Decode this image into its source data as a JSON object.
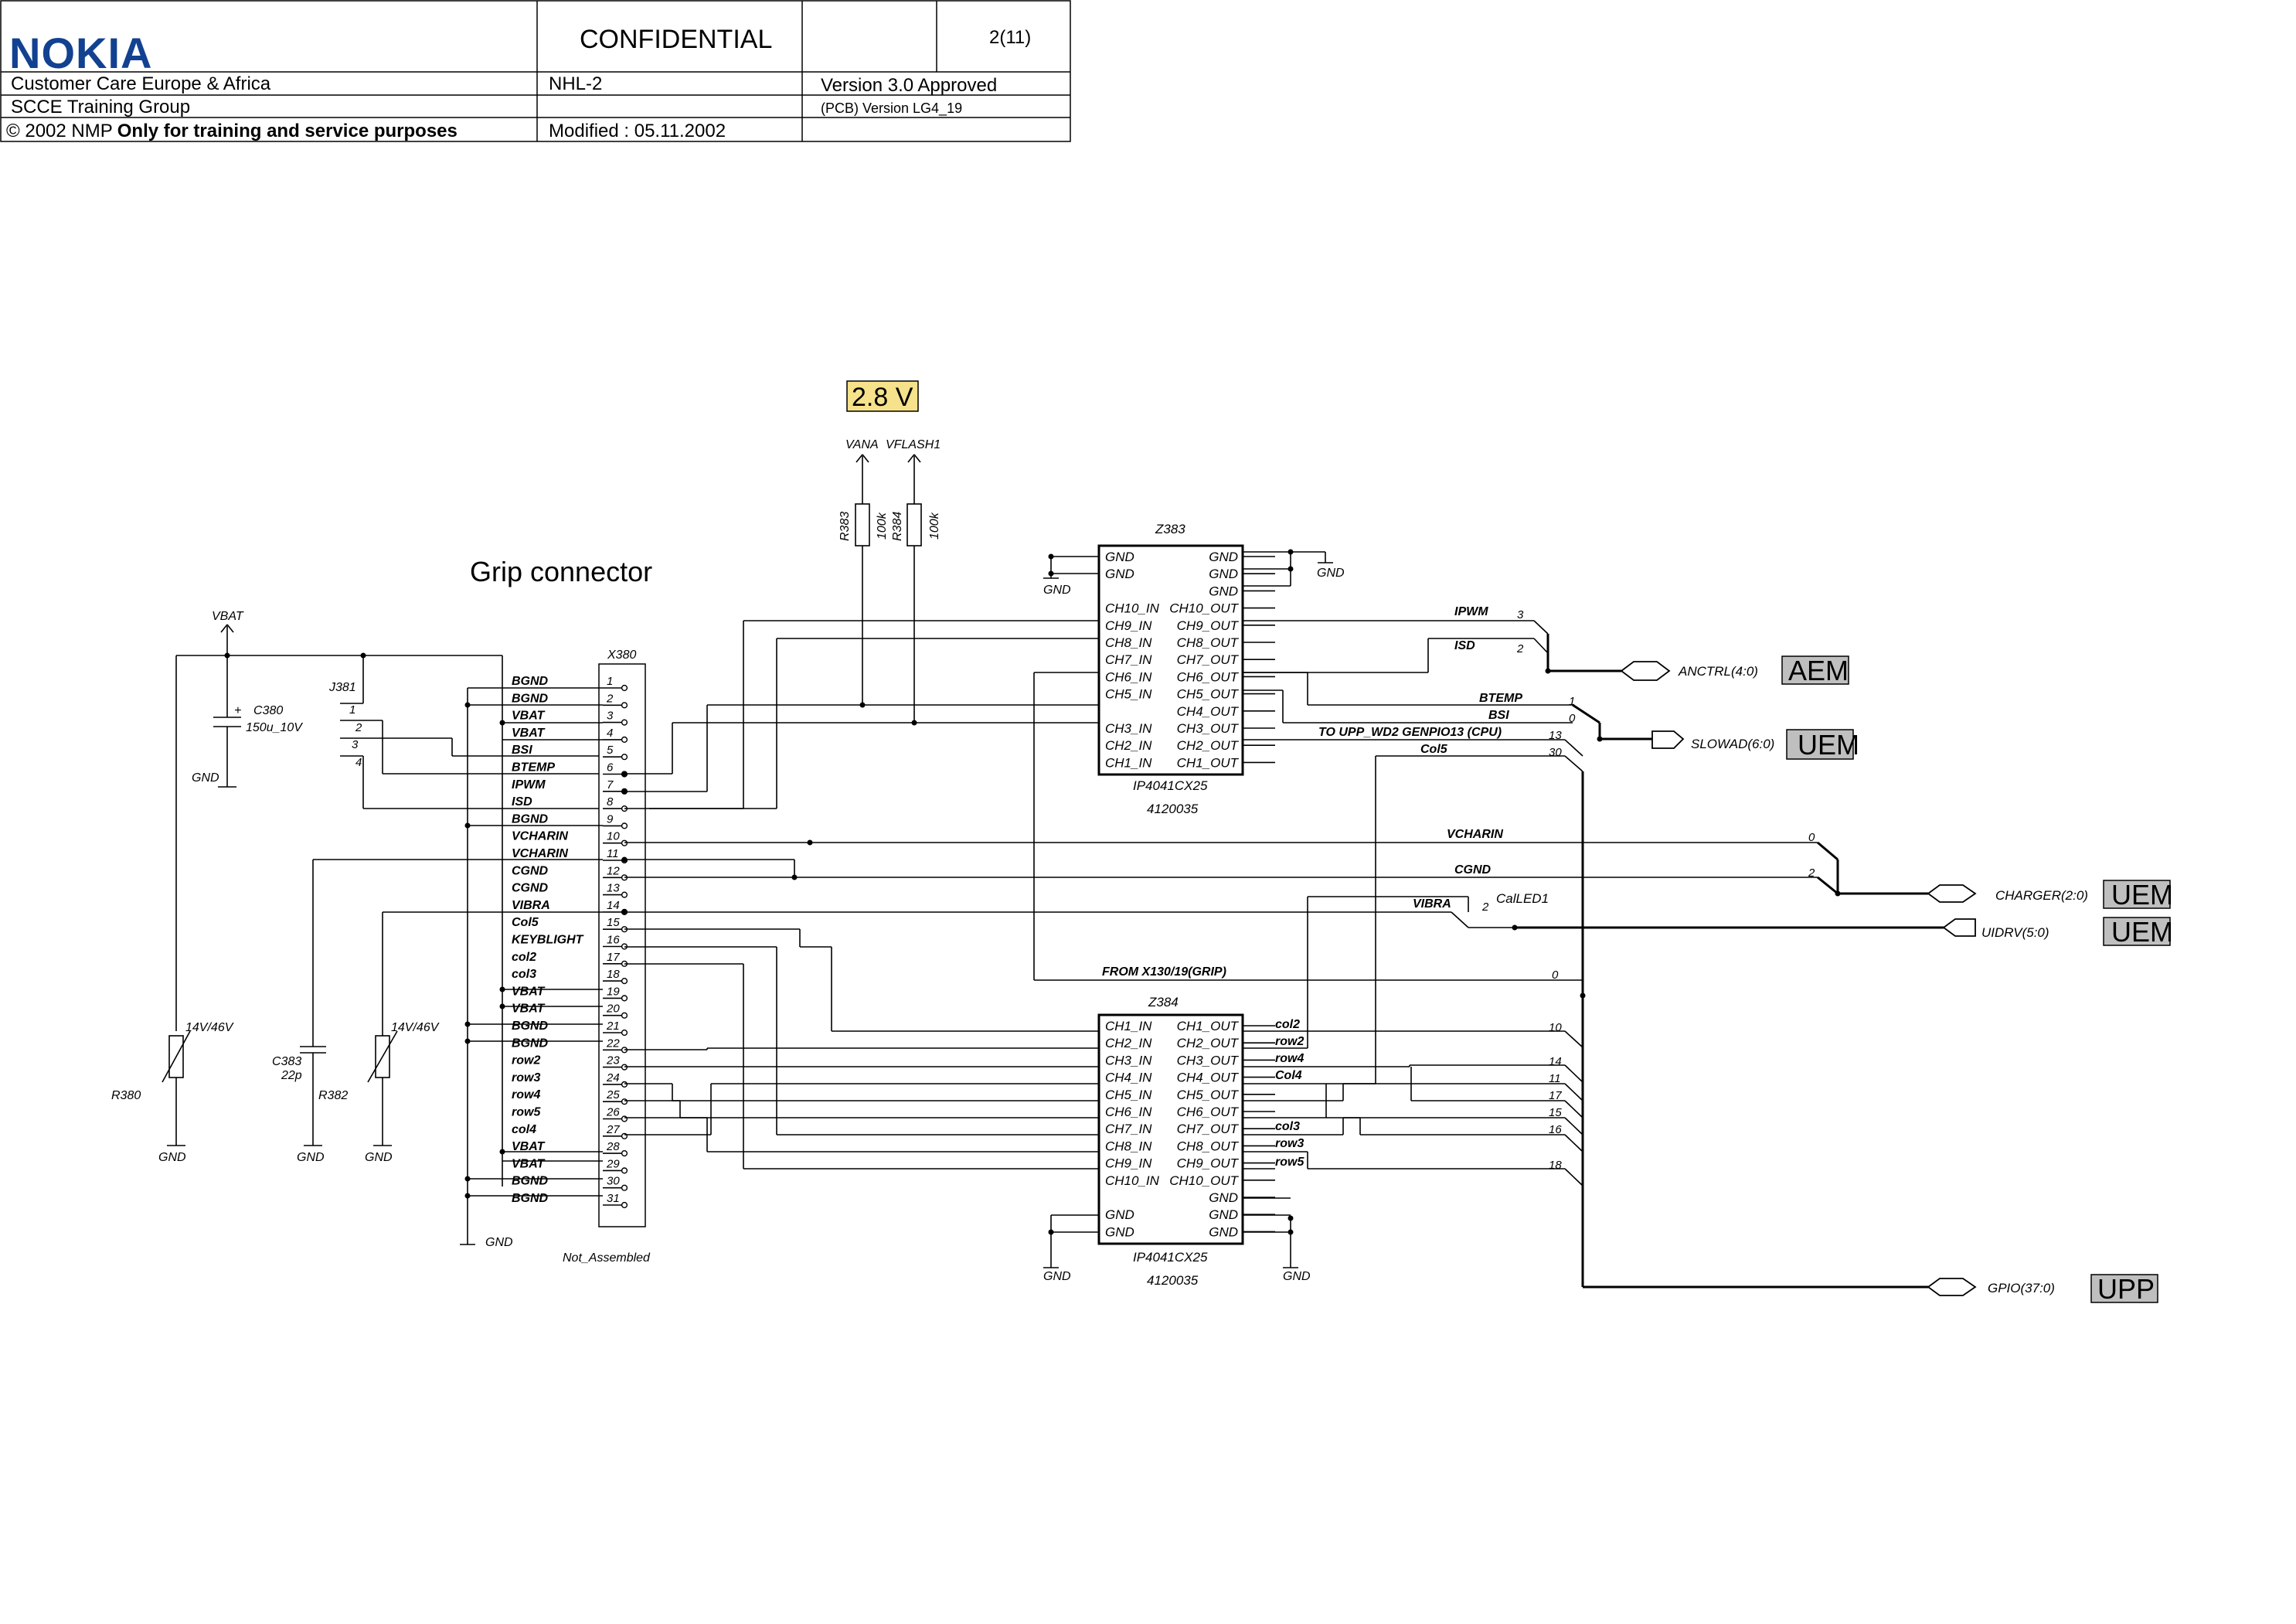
{
  "header": {
    "brand": "NOKIA",
    "brand_color": "#124191",
    "confidential": "CONFIDENTIAL",
    "page": "2(11)",
    "org": "Customer Care Europe & Africa",
    "group": "SCCE Training Group",
    "copyright_prefix": "© 2002 NMP",
    "copyright_bold": "Only for training and service purposes",
    "model": "NHL-2",
    "modified": "Modified : 05.11.2002",
    "version": "Version 3.0 Approved",
    "pcb_version": "(PCB) Version LG4_19"
  },
  "schematic": {
    "voltage_tag": "2.8 V",
    "voltage_tag_color": "#f5e28a",
    "rail_vana": "VANA",
    "rail_vflash": "VFLASH1",
    "r383": "R383",
    "r384": "R384",
    "r383_val": "100k",
    "r384_val": "100k",
    "title": "Grip connector",
    "vbat": "VBAT",
    "gnd": "GND",
    "c380": "C380",
    "c380_val": "150u_10V",
    "j381": "J381",
    "j381_pins": [
      "1",
      "2",
      "3",
      "4"
    ],
    "x380": "X380",
    "not_assembled": "Not_Assembled",
    "connector_pins": [
      {
        "n": "1",
        "name": "BGND"
      },
      {
        "n": "2",
        "name": "BGND"
      },
      {
        "n": "3",
        "name": "VBAT"
      },
      {
        "n": "4",
        "name": "VBAT"
      },
      {
        "n": "5",
        "name": "BSI"
      },
      {
        "n": "6",
        "name": "BTEMP"
      },
      {
        "n": "7",
        "name": "IPWM"
      },
      {
        "n": "8",
        "name": "ISD"
      },
      {
        "n": "9",
        "name": "BGND"
      },
      {
        "n": "10",
        "name": "VCHARIN"
      },
      {
        "n": "11",
        "name": "VCHARIN"
      },
      {
        "n": "12",
        "name": "CGND"
      },
      {
        "n": "13",
        "name": "CGND"
      },
      {
        "n": "14",
        "name": "VIBRA"
      },
      {
        "n": "15",
        "name": "Col5"
      },
      {
        "n": "16",
        "name": "KEYBLIGHT"
      },
      {
        "n": "17",
        "name": "col2"
      },
      {
        "n": "18",
        "name": "col3"
      },
      {
        "n": "19",
        "name": "VBAT"
      },
      {
        "n": "20",
        "name": "VBAT"
      },
      {
        "n": "21",
        "name": "BGND"
      },
      {
        "n": "22",
        "name": "BGND"
      },
      {
        "n": "23",
        "name": "row2"
      },
      {
        "n": "24",
        "name": "row3"
      },
      {
        "n": "25",
        "name": "row4"
      },
      {
        "n": "26",
        "name": "row5"
      },
      {
        "n": "27",
        "name": "col4"
      },
      {
        "n": "28",
        "name": "VBAT"
      },
      {
        "n": "29",
        "name": "VBAT"
      },
      {
        "n": "30",
        "name": "BGND"
      },
      {
        "n": "31",
        "name": "BGND"
      }
    ],
    "z383": {
      "ref": "Z383",
      "part": "IP4041CX25",
      "code": "4120035",
      "left": [
        "GND",
        "GND",
        "",
        "CH10_IN",
        "CH9_IN",
        "CH8_IN",
        "CH7_IN",
        "CH6_IN",
        "CH5_IN",
        "",
        "CH3_IN",
        "CH2_IN",
        "CH1_IN"
      ],
      "right": [
        "GND",
        "GND",
        "GND",
        "CH10_OUT",
        "CH9_OUT",
        "CH8_OUT",
        "CH7_OUT",
        "CH6_OUT",
        "CH5_OUT",
        "CH4_OUT",
        "CH3_OUT",
        "CH2_OUT",
        "CH1_OUT"
      ]
    },
    "z384": {
      "ref": "Z384",
      "part": "IP4041CX25",
      "code": "4120035",
      "left": [
        "CH1_IN",
        "CH2_IN",
        "CH3_IN",
        "CH4_IN",
        "CH5_IN",
        "CH6_IN",
        "CH7_IN",
        "CH8_IN",
        "CH9_IN",
        "CH10_IN",
        "",
        "GND",
        "GND"
      ],
      "right": [
        "CH1_OUT",
        "CH2_OUT",
        "CH3_OUT",
        "CH4_OUT",
        "CH5_OUT",
        "CH6_OUT",
        "CH7_OUT",
        "CH8_OUT",
        "CH9_OUT",
        "CH10_OUT",
        "GND",
        "GND",
        "GND"
      ]
    },
    "nets_top": [
      {
        "name": "IPWM",
        "idx": "3"
      },
      {
        "name": "ISD",
        "idx": "2"
      },
      {
        "name": "BTEMP",
        "idx": "1"
      },
      {
        "name": "BSI",
        "idx": "0"
      },
      {
        "name": "TO UPP_WD2 GENPIO13 (CPU)",
        "idx": "13"
      },
      {
        "name": "Col5",
        "idx": "30"
      }
    ],
    "nets_mid": [
      {
        "name": "VCHARIN",
        "idx": "0"
      },
      {
        "name": "CGND",
        "idx": "2"
      },
      {
        "name": "VIBRA",
        "idx": "2"
      },
      {
        "name": "FROM X130/19(GRIP)",
        "idx": "0"
      }
    ],
    "cal_led": "CalLED1",
    "nets_bottom": [
      {
        "name": "col2",
        "idx": "10"
      },
      {
        "name": "row2",
        "idx": ""
      },
      {
        "name": "row4",
        "idx": "14"
      },
      {
        "name": "Col4",
        "idx": "11"
      },
      {
        "name": "",
        "idx": "17"
      },
      {
        "name": "",
        "idx": "15"
      },
      {
        "name": "col3",
        "idx": "16"
      },
      {
        "name": "row3",
        "idx": ""
      },
      {
        "name": "row5",
        "idx": "18"
      }
    ],
    "buses": [
      {
        "name": "ANCTRL(4:0)",
        "block": "AEM"
      },
      {
        "name": "SLOWAD(6:0)",
        "block": "UEM"
      },
      {
        "name": "CHARGER(2:0)",
        "block": "UEM"
      },
      {
        "name": "UIDRV(5:0)",
        "block": "UEM"
      },
      {
        "name": "GPIO(37:0)",
        "block": "UPP"
      }
    ],
    "block_color": "#bfbfbf",
    "varistor_val": "14V/46V",
    "r380": "R380",
    "r382": "R382",
    "c383": "C383",
    "c383_val": "22p"
  }
}
